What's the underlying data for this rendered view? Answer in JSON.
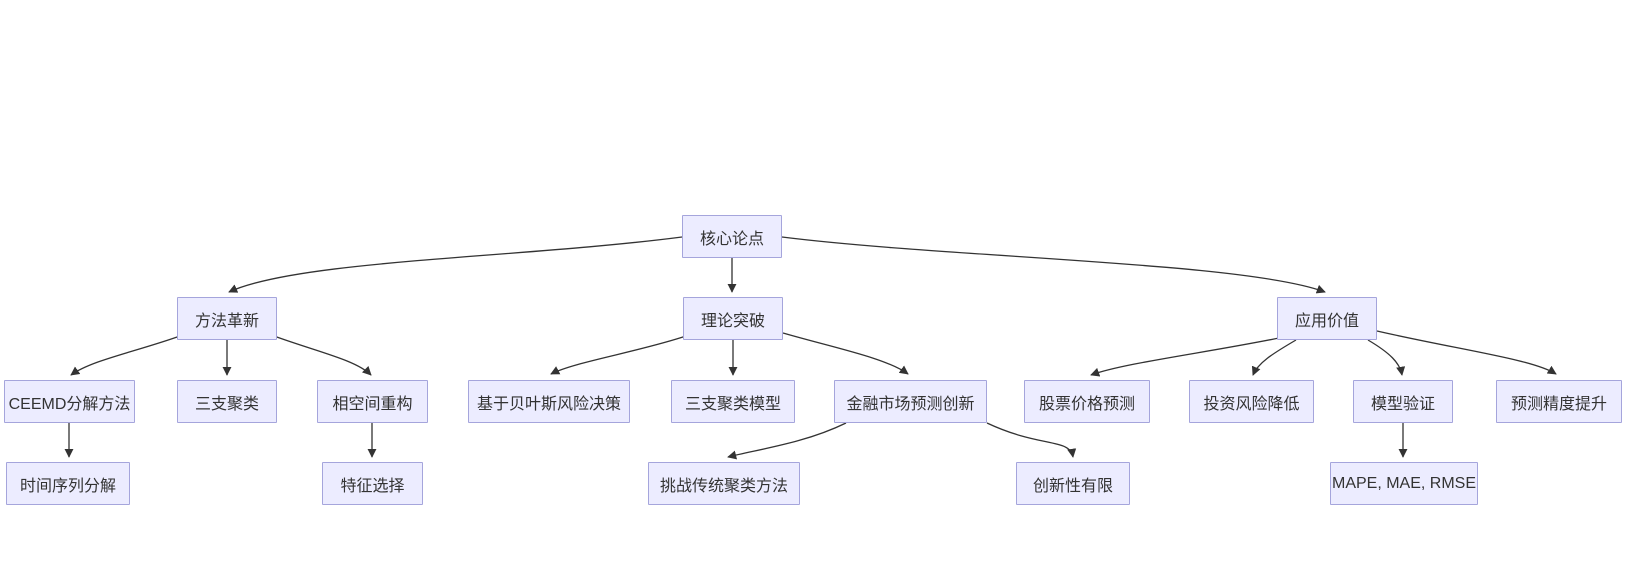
{
  "diagram": {
    "type": "flowchart",
    "direction": "top-down",
    "colors": {
      "background": "#ffffff",
      "node_fill": "#ECECFF",
      "node_border": "#A5A5DC",
      "node_text": "#333333",
      "edge": "#333333"
    },
    "nodes": {
      "core": {
        "label": "核心论点",
        "level": 1
      },
      "method": {
        "label": "方法革新",
        "level": 2
      },
      "theory": {
        "label": "理论突破",
        "level": 2
      },
      "application": {
        "label": "应用价值",
        "level": 2
      },
      "ceemd": {
        "label": "CEEMD分解方法",
        "level": 3
      },
      "threeway": {
        "label": "三支聚类",
        "level": 3
      },
      "phasespace": {
        "label": "相空间重构",
        "level": 3
      },
      "bayes": {
        "label": "基于贝叶斯风险决策",
        "level": 3
      },
      "twmodel": {
        "label": "三支聚类模型",
        "level": 3
      },
      "finance": {
        "label": "金融市场预测创新",
        "level": 3
      },
      "stock": {
        "label": "股票价格预测",
        "level": 3
      },
      "risk": {
        "label": "投资风险降低",
        "level": 3
      },
      "validation": {
        "label": "模型验证",
        "level": 3
      },
      "accuracy": {
        "label": "预测精度提升",
        "level": 3
      },
      "timeseries": {
        "label": "时间序列分解",
        "level": 4
      },
      "feature": {
        "label": "特征选择",
        "level": 4
      },
      "challenge": {
        "label": "挑战传统聚类方法",
        "level": 4
      },
      "limited": {
        "label": "创新性有限",
        "level": 4
      },
      "metrics": {
        "label": "MAPE, MAE, RMSE",
        "level": 4
      }
    },
    "edges": [
      {
        "from": "core",
        "to": "method"
      },
      {
        "from": "core",
        "to": "theory"
      },
      {
        "from": "core",
        "to": "application"
      },
      {
        "from": "method",
        "to": "ceemd"
      },
      {
        "from": "method",
        "to": "threeway"
      },
      {
        "from": "method",
        "to": "phasespace"
      },
      {
        "from": "theory",
        "to": "bayes"
      },
      {
        "from": "theory",
        "to": "twmodel"
      },
      {
        "from": "theory",
        "to": "finance"
      },
      {
        "from": "application",
        "to": "stock"
      },
      {
        "from": "application",
        "to": "risk"
      },
      {
        "from": "application",
        "to": "validation"
      },
      {
        "from": "application",
        "to": "accuracy"
      },
      {
        "from": "ceemd",
        "to": "timeseries"
      },
      {
        "from": "phasespace",
        "to": "feature"
      },
      {
        "from": "finance",
        "to": "challenge"
      },
      {
        "from": "finance",
        "to": "limited"
      },
      {
        "from": "validation",
        "to": "metrics"
      }
    ]
  }
}
